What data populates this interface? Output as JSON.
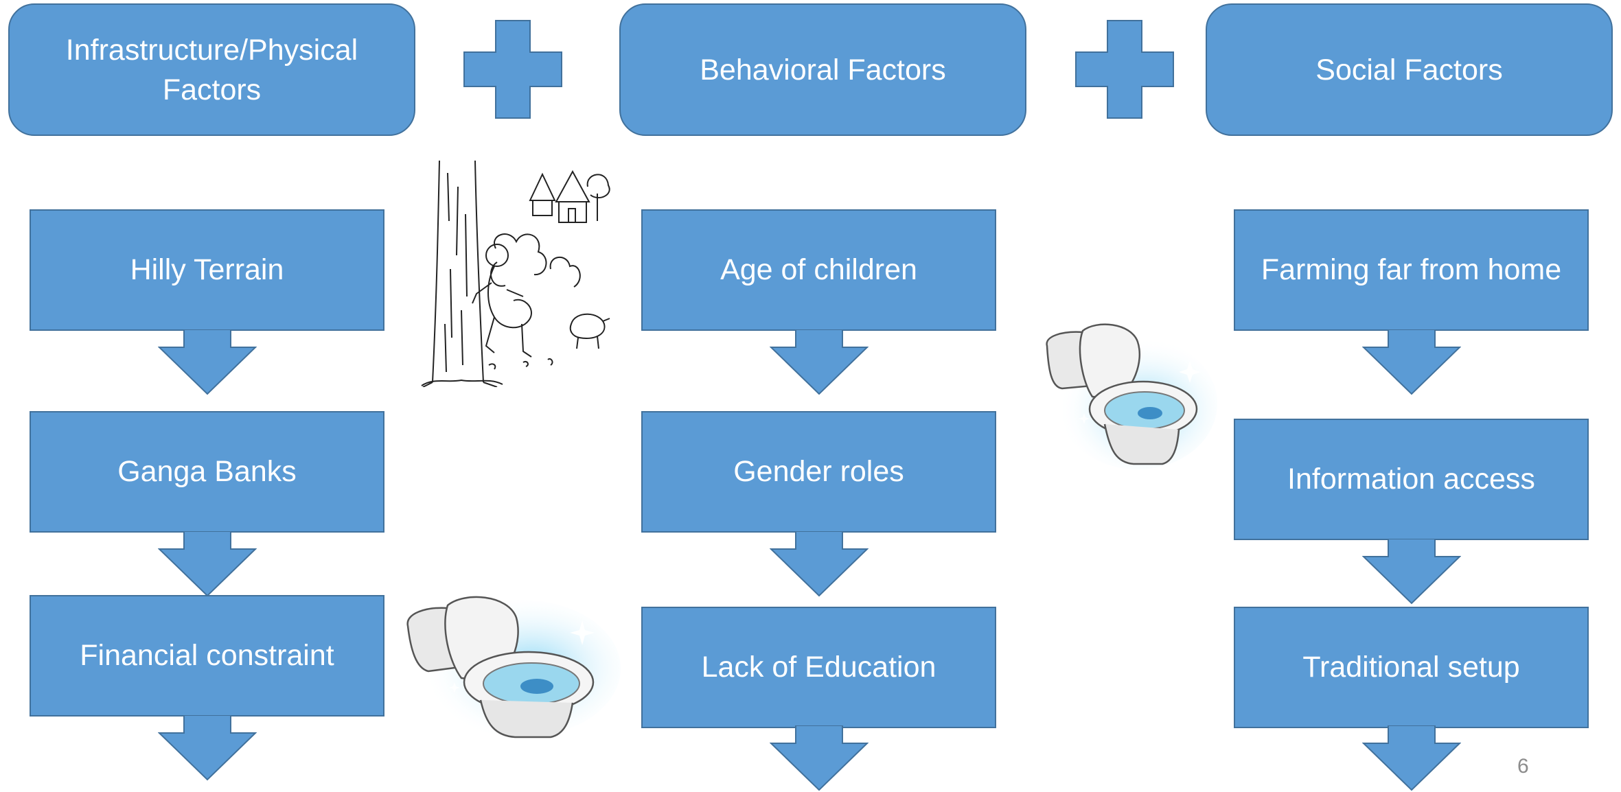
{
  "colors": {
    "fill": "#5b9bd5",
    "border": "#41719c",
    "text": "#ffffff",
    "page_number": "#8c8c8c"
  },
  "headers": {
    "infrastructure": "Infrastructure/Physical Factors",
    "behavioral": "Behavioral Factors",
    "social": "Social Factors"
  },
  "columns": {
    "infrastructure": [
      "Hilly Terrain",
      "Ganga Banks",
      "Financial constraint"
    ],
    "behavioral": [
      "Age of children",
      "Gender roles",
      "Lack of Education"
    ],
    "social": [
      "Farming far from home",
      "Information access",
      "Traditional setup"
    ]
  },
  "icons": [
    "plus-icon",
    "plus-icon",
    "open-defecation-illustration",
    "toilet-illustration",
    "toilet-illustration"
  ],
  "page_number": "6"
}
